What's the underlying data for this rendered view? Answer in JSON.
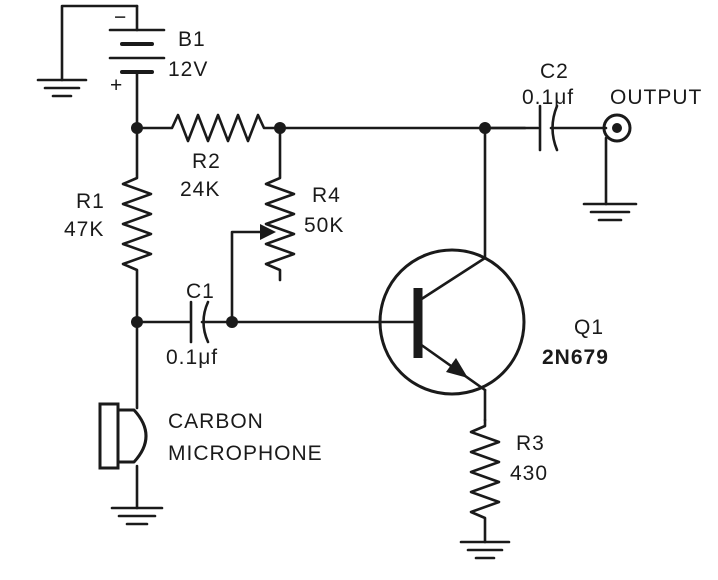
{
  "components": {
    "battery": {
      "ref": "B1",
      "value": "12V",
      "minus": "−",
      "plus": "+"
    },
    "r1": {
      "ref": "R1",
      "value": "47K"
    },
    "r2": {
      "ref": "R2",
      "value": "24K"
    },
    "r3": {
      "ref": "R3",
      "value": "430"
    },
    "r4": {
      "ref": "R4",
      "value": "50K"
    },
    "c1": {
      "ref": "C1",
      "value": "0.1μf"
    },
    "c2": {
      "ref": "C2",
      "value": "0.1μf"
    },
    "q1": {
      "ref": "Q1",
      "part": "2N679"
    },
    "mic": {
      "line1": "CARBON",
      "line2": "MICROPHONE"
    },
    "output": {
      "label": "OUTPUT"
    }
  },
  "colors": {
    "ink": "#1a1a1a",
    "paper": "#ffffff"
  }
}
